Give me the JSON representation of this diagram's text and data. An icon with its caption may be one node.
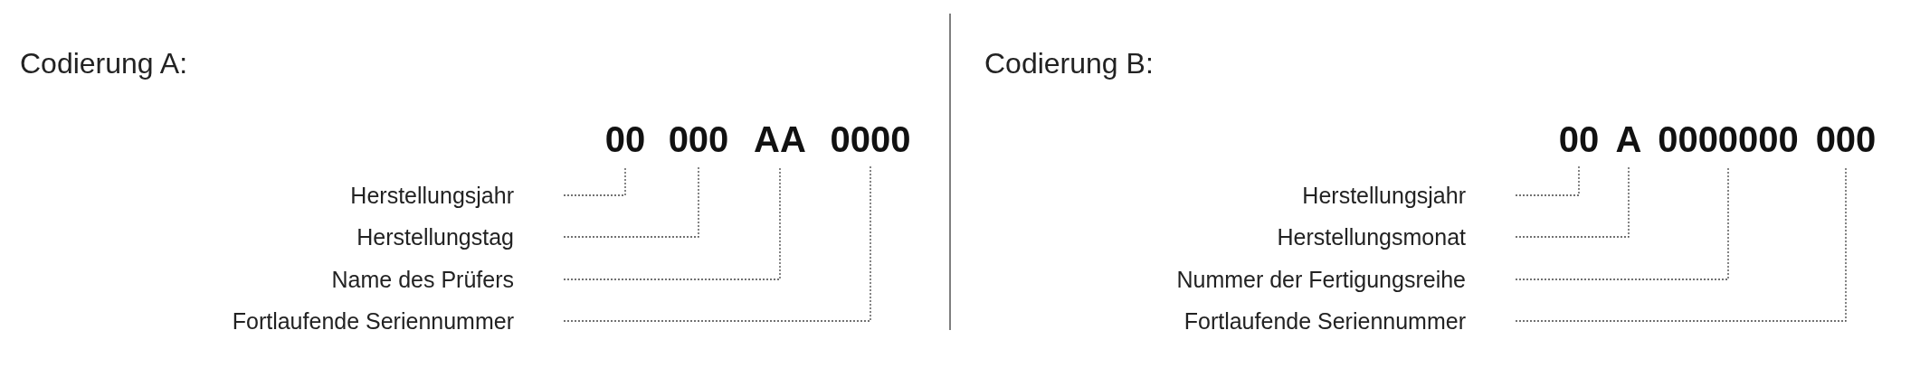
{
  "diagram": {
    "nodes": [
      {
        "text": [
          "00"
        ]
      },
      {
        "text": [
          "000"
        ]
      },
      {
        "text": [
          "AA"
        ]
      },
      {
        "text": [
          "0000"
        ]
      },
      {
        "text": [
          "Herstellungsjahr"
        ]
      },
      {
        "text": [
          "Herstellungstag"
        ]
      },
      {
        "text": [
          "Name des Prüfers"
        ]
      },
      {
        "text": [
          "Fortlaufende Seriennummer"
        ]
      },
      {
        "text": [
          "00"
        ]
      },
      {
        "text": [
          "A"
        ]
      },
      {
        "text": [
          "0000000"
        ]
      },
      {
        "text": [
          "000"
        ]
      },
      {
        "text": [
          "Herstellungsjahr"
        ]
      },
      {
        "text": [
          "Herstellungsmonat"
        ]
      },
      {
        "text": [
          "Nummer der Fertigungsreihe"
        ]
      },
      {
        "text": [
          "Fortlaufende Seriennummer"
        ]
      }
    ],
    "edges": [
      {
        "from": 4,
        "to": 0,
        "arrow": "none",
        "style": "dashed"
      },
      {
        "from": 5,
        "to": 1,
        "arrow": "none",
        "style": "dashed"
      },
      {
        "from": 6,
        "to": 2,
        "arrow": "none",
        "style": "dashed"
      },
      {
        "from": 7,
        "to": 3,
        "arrow": "none",
        "style": "dashed"
      },
      {
        "from": 12,
        "to": 8,
        "arrow": "none",
        "style": "dashed"
      },
      {
        "from": 13,
        "to": 9,
        "arrow": "none",
        "style": "dashed"
      },
      {
        "from": 14,
        "to": 10,
        "arrow": "none",
        "style": "dashed"
      },
      {
        "from": 15,
        "to": 11,
        "arrow": "none",
        "style": "dashed"
      }
    ],
    "labels": [
      "Codierung A:",
      "Codierung B:"
    ]
  }
}
